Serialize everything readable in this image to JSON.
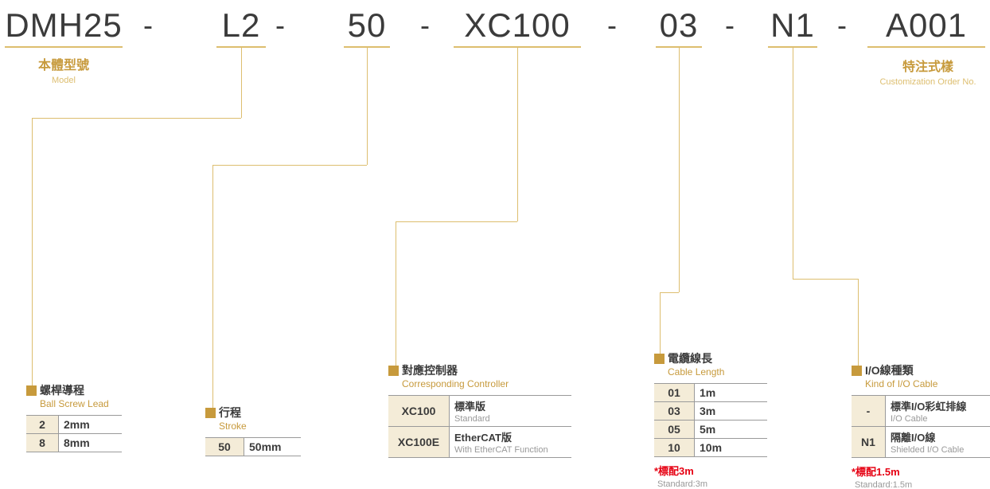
{
  "model_code": {
    "segments": [
      "DMH25",
      "L2",
      "50",
      "XC100",
      "03",
      "N1",
      "A001"
    ],
    "separator": "-"
  },
  "top_labels": {
    "model": {
      "zh": "本體型號",
      "en": "Model"
    },
    "customization": {
      "zh": "特注式樣",
      "en": "Customization Order No."
    }
  },
  "sections": {
    "ball_screw_lead": {
      "zh": "螺桿導程",
      "en": "Ball Screw Lead",
      "rows": [
        {
          "code": "2",
          "desc": "2mm"
        },
        {
          "code": "8",
          "desc": "8mm"
        }
      ]
    },
    "stroke": {
      "zh": "行程",
      "en": "Stroke",
      "rows": [
        {
          "code": "50",
          "desc": "50mm"
        }
      ]
    },
    "controller": {
      "zh": "對應控制器",
      "en": "Corresponding Controller",
      "rows": [
        {
          "code": "XC100",
          "desc_zh": "標準版",
          "desc_en": "Standard"
        },
        {
          "code": "XC100E",
          "desc_zh": "EtherCAT版",
          "desc_en": "With EtherCAT Function"
        }
      ]
    },
    "cable_length": {
      "zh": "電纜線長",
      "en": "Cable Length",
      "rows": [
        {
          "code": "01",
          "desc": "1m"
        },
        {
          "code": "03",
          "desc": "3m"
        },
        {
          "code": "05",
          "desc": "5m"
        },
        {
          "code": "10",
          "desc": "10m"
        }
      ],
      "note_red": "*標配3m",
      "note_gray": "Standard:3m"
    },
    "io_cable": {
      "zh": "I/O線種類",
      "en": "Kind of I/O Cable",
      "rows": [
        {
          "code": "-",
          "desc_zh": "標準I/O彩虹排線",
          "desc_en": "I/O Cable"
        },
        {
          "code": "N1",
          "desc_zh": "隔離I/O線",
          "desc_en": "Shielded I/O Cable"
        }
      ],
      "note_red": "*標配1.5m",
      "note_gray": "Standard:1.5m"
    }
  },
  "colors": {
    "accent_gold": "#C79A3C",
    "line_gold": "#DDBE6F",
    "text_dark": "#3B3B3B",
    "note_red": "#E60012",
    "cell_beige": "#F4ECD8"
  }
}
